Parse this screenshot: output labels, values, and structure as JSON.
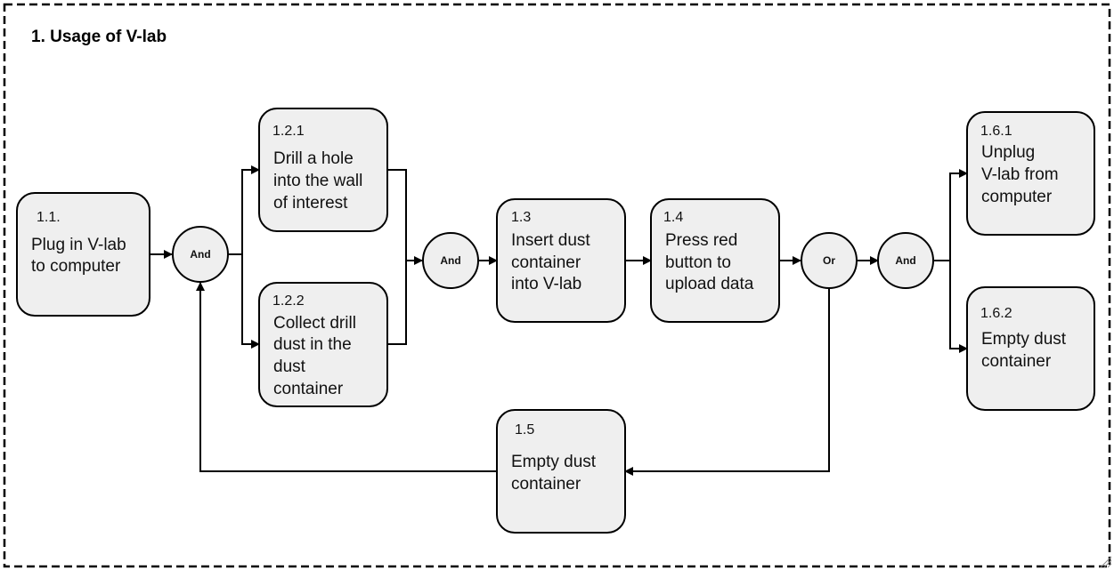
{
  "title": "1. Usage of V-lab",
  "steps": {
    "s1_1": {
      "number": "1.1.",
      "lines": [
        "Plug in V-lab",
        "to computer"
      ]
    },
    "s1_2_1": {
      "number": "1.2.1",
      "lines": [
        "Drill a hole",
        "into the wall",
        "of interest"
      ]
    },
    "s1_2_2": {
      "number": "1.2.2",
      "lines": [
        "Collect drill",
        "dust in the",
        "dust",
        "container"
      ]
    },
    "s1_3": {
      "number": "1.3",
      "lines": [
        "Insert dust",
        "container",
        "into V-lab"
      ]
    },
    "s1_4": {
      "number": "1.4",
      "lines": [
        "Press red",
        "button to",
        "upload data"
      ]
    },
    "s1_5": {
      "number": "1.5",
      "lines": [
        "Empty dust",
        "container"
      ]
    },
    "s1_6_1": {
      "number": "1.6.1",
      "lines": [
        "Unplug",
        "V-lab from",
        "computer"
      ]
    },
    "s1_6_2": {
      "number": "1.6.2",
      "lines": [
        "Empty dust",
        "container"
      ]
    }
  },
  "gates": {
    "g1": "And",
    "g2": "And",
    "g3": "Or",
    "g4": "And"
  }
}
